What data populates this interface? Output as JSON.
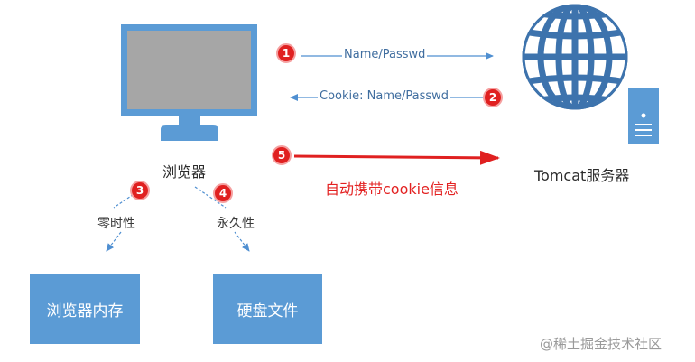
{
  "steps": [
    {
      "number": "1",
      "label": "Name/Passwd"
    },
    {
      "number": "2",
      "label": "Cookie: Name/Passwd"
    },
    {
      "number": "3",
      "label": "零时性"
    },
    {
      "number": "4",
      "label": "永久性"
    },
    {
      "number": "5",
      "label": "自动携带cookie信息"
    }
  ],
  "nodes": {
    "browser": "浏览器",
    "server": "Tomcat服务器",
    "memory": "浏览器内存",
    "disk": "硬盘文件"
  },
  "watermark": "@稀土掘金技术社区",
  "colors": {
    "monitor_body": "#5b9bd5",
    "screen": "#a6a6a6",
    "arrow_blue": "#4f8fd1",
    "arrow_red": "#e02020",
    "badge": "#e02020",
    "box": "#5b9bd5"
  },
  "icons": [
    "monitor-icon",
    "globe-icon",
    "server-tower-icon"
  ]
}
